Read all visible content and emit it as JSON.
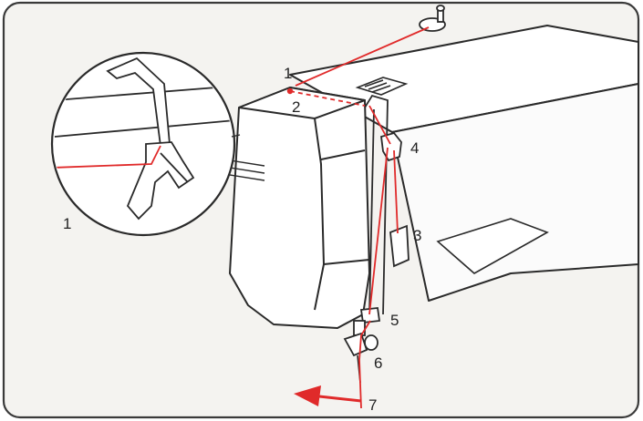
{
  "labels": {
    "guide_1": "1",
    "guide_2": "2",
    "take_up_lever": "4",
    "check_spring": "3",
    "needle_bar_guide": "5",
    "needle_clamp_guide": "6",
    "needle": "7",
    "inset_guide": "1"
  },
  "colors": {
    "thread": "#e02a2a",
    "outline": "#2a2a2a",
    "panel": "#f4f3f0",
    "frame": "#3a3a3a"
  }
}
